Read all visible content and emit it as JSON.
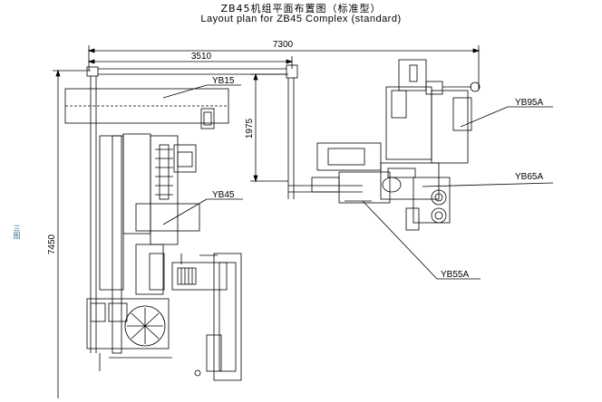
{
  "title": {
    "zh": "ZB45机组平面布置图（标准型）",
    "en": "Layout plan for ZB45 Complex (standard)"
  },
  "side_mark": "三图",
  "dimensions": {
    "overall_width": "7300",
    "partial_width": "3510",
    "vertical_offset": "1975",
    "overall_height": "7450"
  },
  "callouts": {
    "yb15": "YB15",
    "yb45": "YB45",
    "yb95a": "YB95A",
    "yb65a": "YB65A",
    "yb55a": "YB55A"
  }
}
